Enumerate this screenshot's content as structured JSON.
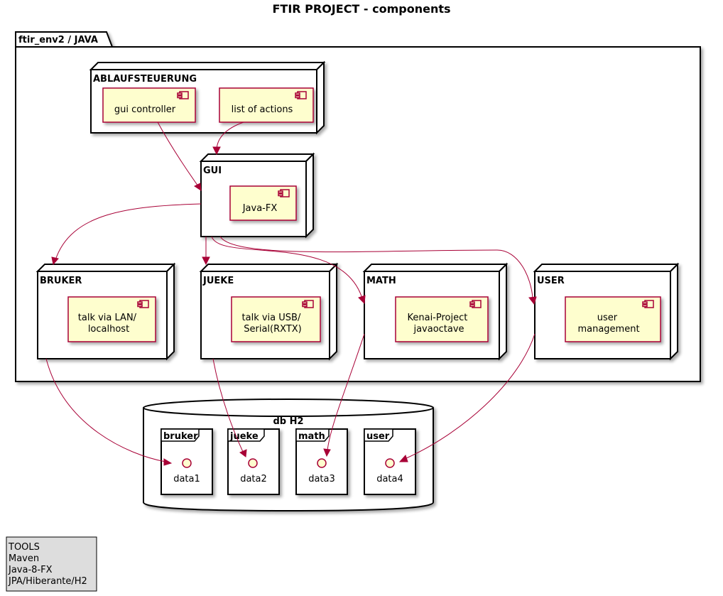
{
  "title": "FTIR PROJECT - components",
  "package": {
    "label": "ftir_env2 / JAVA"
  },
  "nodes": {
    "ablauf": {
      "label": "ABLAUFSTEUERUNG",
      "components": [
        {
          "lines": [
            "gui controller"
          ]
        },
        {
          "lines": [
            "list of actions"
          ]
        }
      ]
    },
    "gui": {
      "label": "GUI",
      "components": [
        {
          "lines": [
            "Java-FX"
          ]
        }
      ]
    },
    "bruker": {
      "label": "BRUKER",
      "components": [
        {
          "lines": [
            "talk via LAN/",
            "localhost"
          ]
        }
      ]
    },
    "jueke": {
      "label": "JUEKE",
      "components": [
        {
          "lines": [
            "talk via USB/",
            "Serial(RXTX)"
          ]
        }
      ]
    },
    "math": {
      "label": "MATH",
      "components": [
        {
          "lines": [
            "Kenai-Project",
            "javaoctave"
          ]
        }
      ]
    },
    "user": {
      "label": "USER",
      "components": [
        {
          "lines": [
            "user",
            "management"
          ]
        }
      ]
    }
  },
  "database": {
    "label": "db H2",
    "frames": [
      {
        "label": "bruker",
        "interface": "data1"
      },
      {
        "label": "jueke",
        "interface": "data2"
      },
      {
        "label": "math",
        "interface": "data3"
      },
      {
        "label": "user",
        "interface": "data4"
      }
    ]
  },
  "legend": {
    "lines": [
      "TOOLS",
      "Maven",
      "Java-8-FX",
      "JPA/Hiberante/H2"
    ]
  },
  "colors": {
    "component_fill": "#FEFECE",
    "component_border": "#A80036",
    "arrow": "#A80036",
    "legend_fill": "#DDDDDD"
  }
}
